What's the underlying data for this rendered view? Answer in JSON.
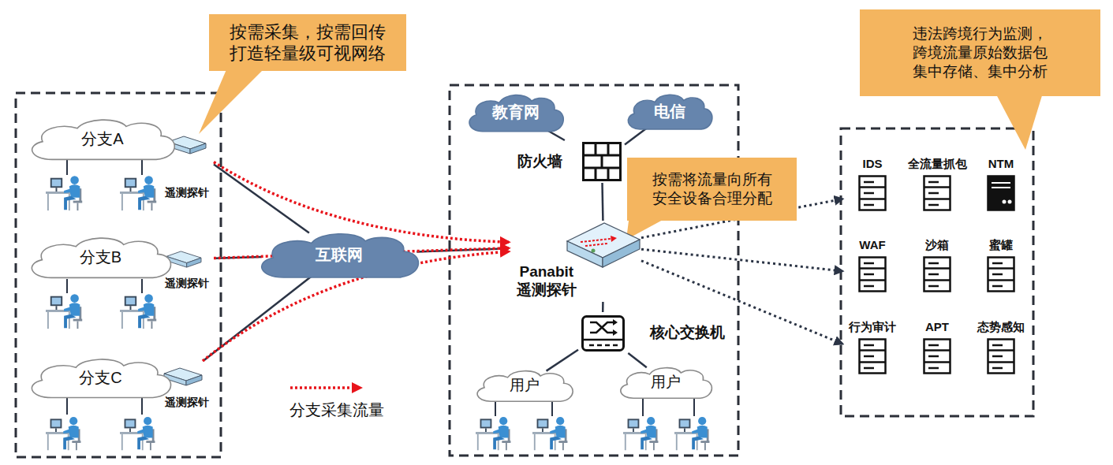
{
  "diagram": {
    "nodes": [
      {
        "text": [
          "按需采集，按需回传 打造轻量级可视网络"
        ]
      },
      {
        "text": [
          "分支A"
        ]
      },
      {
        "text": [
          "遥测探针"
        ]
      },
      {
        "text": [
          "分支B"
        ]
      },
      {
        "text": [
          "遥测探针"
        ]
      },
      {
        "text": [
          "分支C"
        ]
      },
      {
        "text": [
          "遥测探针"
        ]
      },
      {
        "text": [
          "互联网"
        ]
      },
      {
        "text": [
          "教育网"
        ]
      },
      {
        "text": [
          "电信"
        ]
      },
      {
        "text": [
          "防火墙"
        ]
      },
      {
        "text": [
          "按需将流量向所有 安全设备合理分配"
        ]
      },
      {
        "text": [
          "Panabit 遥测探针"
        ]
      },
      {
        "text": [
          "核心交换机"
        ]
      },
      {
        "text": [
          "用户"
        ]
      },
      {
        "text": [
          "用户"
        ]
      },
      {
        "text": [
          "违法跨境行为监测， 跨境流量原始数据包 集中存储、集中分析"
        ]
      },
      {
        "text": [
          "IDS"
        ]
      },
      {
        "text": [
          "全流量抓包"
        ]
      },
      {
        "text": [
          "NTM"
        ]
      },
      {
        "text": [
          "WAF"
        ]
      },
      {
        "text": [
          "沙箱"
        ]
      },
      {
        "text": [
          "蜜罐"
        ]
      },
      {
        "text": [
          "行为审计"
        ]
      },
      {
        "text": [
          "APT"
        ]
      },
      {
        "text": [
          "态势感知"
        ]
      }
    ],
    "edges": [
      {
        "from": 2,
        "to": 7,
        "arrow": "none"
      },
      {
        "from": 4,
        "to": 7,
        "arrow": "none"
      },
      {
        "from": 6,
        "to": 7,
        "arrow": "none"
      },
      {
        "from": 7,
        "to": 12,
        "arrow": "none"
      },
      {
        "from": 8,
        "to": 10,
        "arrow": "none"
      },
      {
        "from": 9,
        "to": 10,
        "arrow": "none"
      },
      {
        "from": 10,
        "to": 12,
        "arrow": "none"
      },
      {
        "from": 12,
        "to": 13,
        "arrow": "none"
      },
      {
        "from": 13,
        "to": 14,
        "arrow": "none"
      },
      {
        "from": 13,
        "to": 15,
        "arrow": "none"
      },
      {
        "from": 2,
        "to": 12,
        "arrow": "to"
      },
      {
        "from": 4,
        "to": 12,
        "arrow": "to"
      },
      {
        "from": 6,
        "to": 12,
        "arrow": "to"
      },
      {
        "from": 12,
        "to": 17,
        "arrow": "to"
      },
      {
        "from": 12,
        "to": 20,
        "arrow": "to"
      },
      {
        "from": 12,
        "to": 23,
        "arrow": "to"
      }
    ],
    "legend": [
      {
        "text": "分支采集流量"
      }
    ]
  }
}
